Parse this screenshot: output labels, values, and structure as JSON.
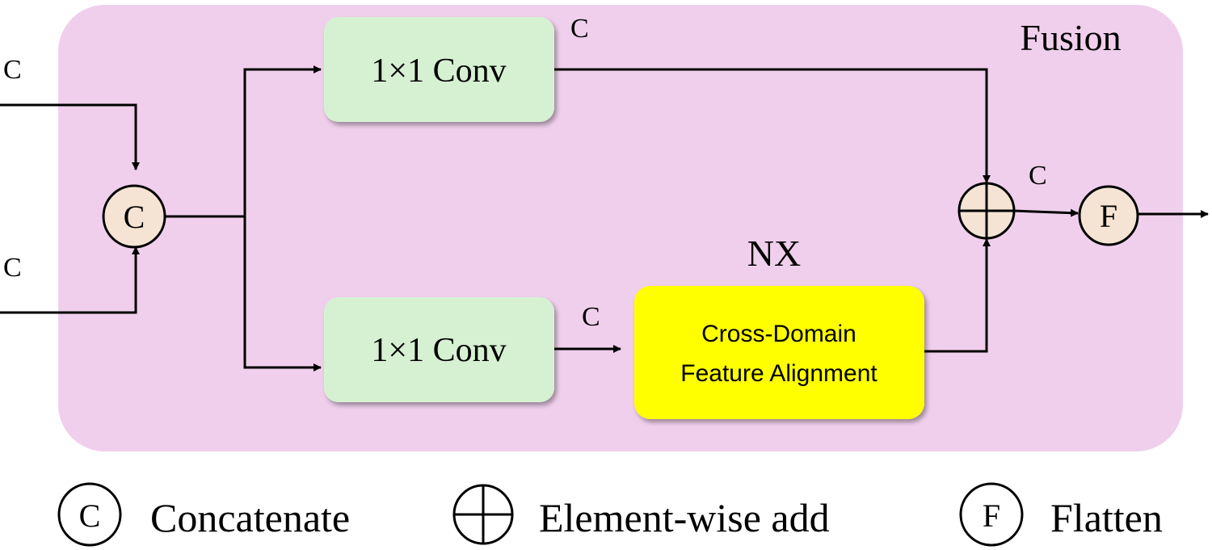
{
  "fusion": {
    "title": "Fusion",
    "repeat_label": "NX"
  },
  "inputs": {
    "top_label": "C",
    "bottom_label": "C"
  },
  "blocks": {
    "conv_top": "1×1 Conv",
    "conv_bottom": "1×1 Conv",
    "cdfa_line1": "Cross-Domain",
    "cdfa_line2": "Feature Alignment"
  },
  "channel_labels": {
    "conv_top_out": "C",
    "conv_bottom_out": "C",
    "add_out": "C"
  },
  "ops": {
    "concat": "C",
    "flatten": "F"
  },
  "legend": {
    "concat_symbol": "C",
    "concat_label": "Concatenate",
    "add_label": "Element-wise add",
    "flatten_symbol": "F",
    "flatten_label": "Flatten"
  },
  "colors": {
    "fusion_bg": "#F0CFEC",
    "conv_fill": "#D6F1D2",
    "cdfa_fill": "#FFFF00",
    "op_fill": "#F5E4D4"
  }
}
